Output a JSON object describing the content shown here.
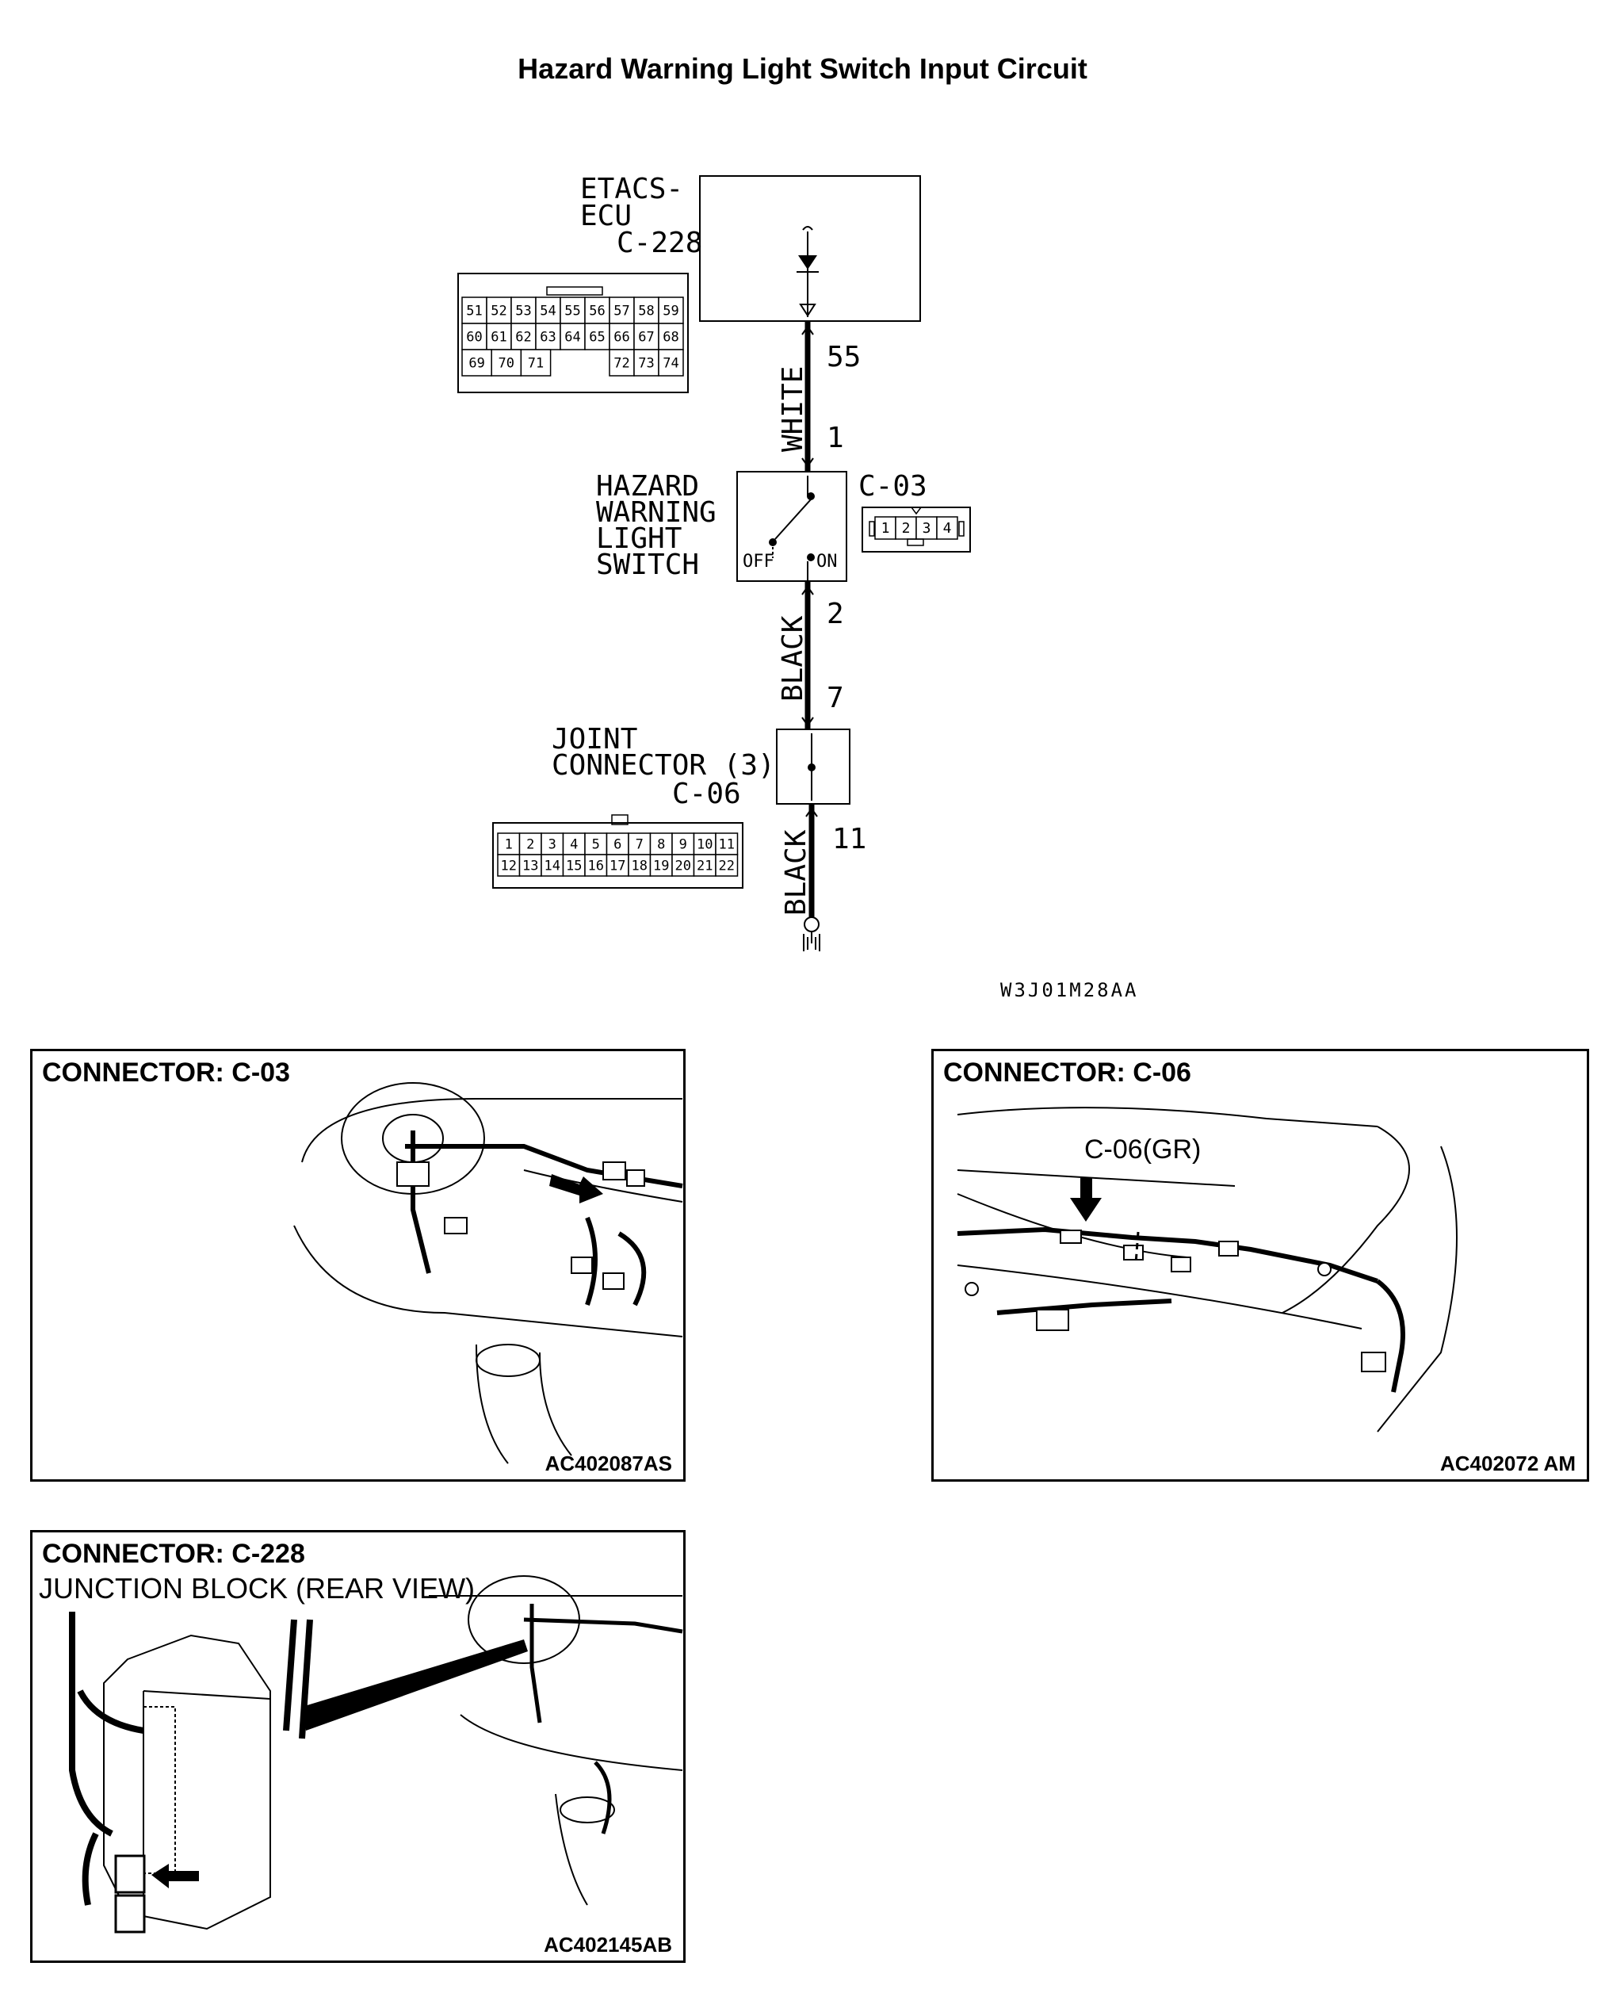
{
  "title": "Hazard Warning Light Switch Input Circuit",
  "diagram_code": "W3J01M28AA",
  "ecu": {
    "name_line1": "ETACS-",
    "name_line2": "ECU",
    "connector": "C-228"
  },
  "ecu_connector_pins": {
    "row1": [
      "51",
      "52",
      "53",
      "54",
      "55",
      "56",
      "57",
      "58",
      "59"
    ],
    "row2": [
      "60",
      "61",
      "62",
      "63",
      "64",
      "65",
      "66",
      "67",
      "68"
    ],
    "row3_left": [
      "69",
      "70",
      "71"
    ],
    "row3_right": [
      "72",
      "73",
      "74"
    ]
  },
  "wire_upper": {
    "color": "WHITE",
    "pin_top": "55",
    "pin_bottom": "1"
  },
  "switch": {
    "line1": "HAZARD",
    "line2": "WARNING",
    "line3": "LIGHT",
    "line4": "SWITCH",
    "connector": "C-03",
    "off_label": "OFF",
    "on_label": "ON",
    "pins": [
      "1",
      "2",
      "3",
      "4"
    ]
  },
  "wire_middle": {
    "color": "BLACK",
    "pin_top": "2",
    "pin_bottom": "7"
  },
  "joint": {
    "line1": "JOINT",
    "line2": "CONNECTOR (3)",
    "connector": "C-06"
  },
  "joint_connector_pins": {
    "row1": [
      "1",
      "2",
      "3",
      "4",
      "5",
      "6",
      "7",
      "8",
      "9",
      "10",
      "11"
    ],
    "row2": [
      "12",
      "13",
      "14",
      "15",
      "16",
      "17",
      "18",
      "19",
      "20",
      "21",
      "22"
    ]
  },
  "wire_lower": {
    "color": "BLACK",
    "pin_top": "11"
  },
  "panels": {
    "c03": {
      "title": "CONNECTOR: C-03",
      "image_id": "AC402087AS"
    },
    "c06": {
      "title": "CONNECTOR: C-06",
      "callout": "C-06(GR)",
      "image_id": "AC402072 AM"
    },
    "c228": {
      "title": "CONNECTOR: C-228",
      "subtitle": "JUNCTION BLOCK (REAR VIEW)",
      "image_id": "AC402145AB"
    }
  }
}
